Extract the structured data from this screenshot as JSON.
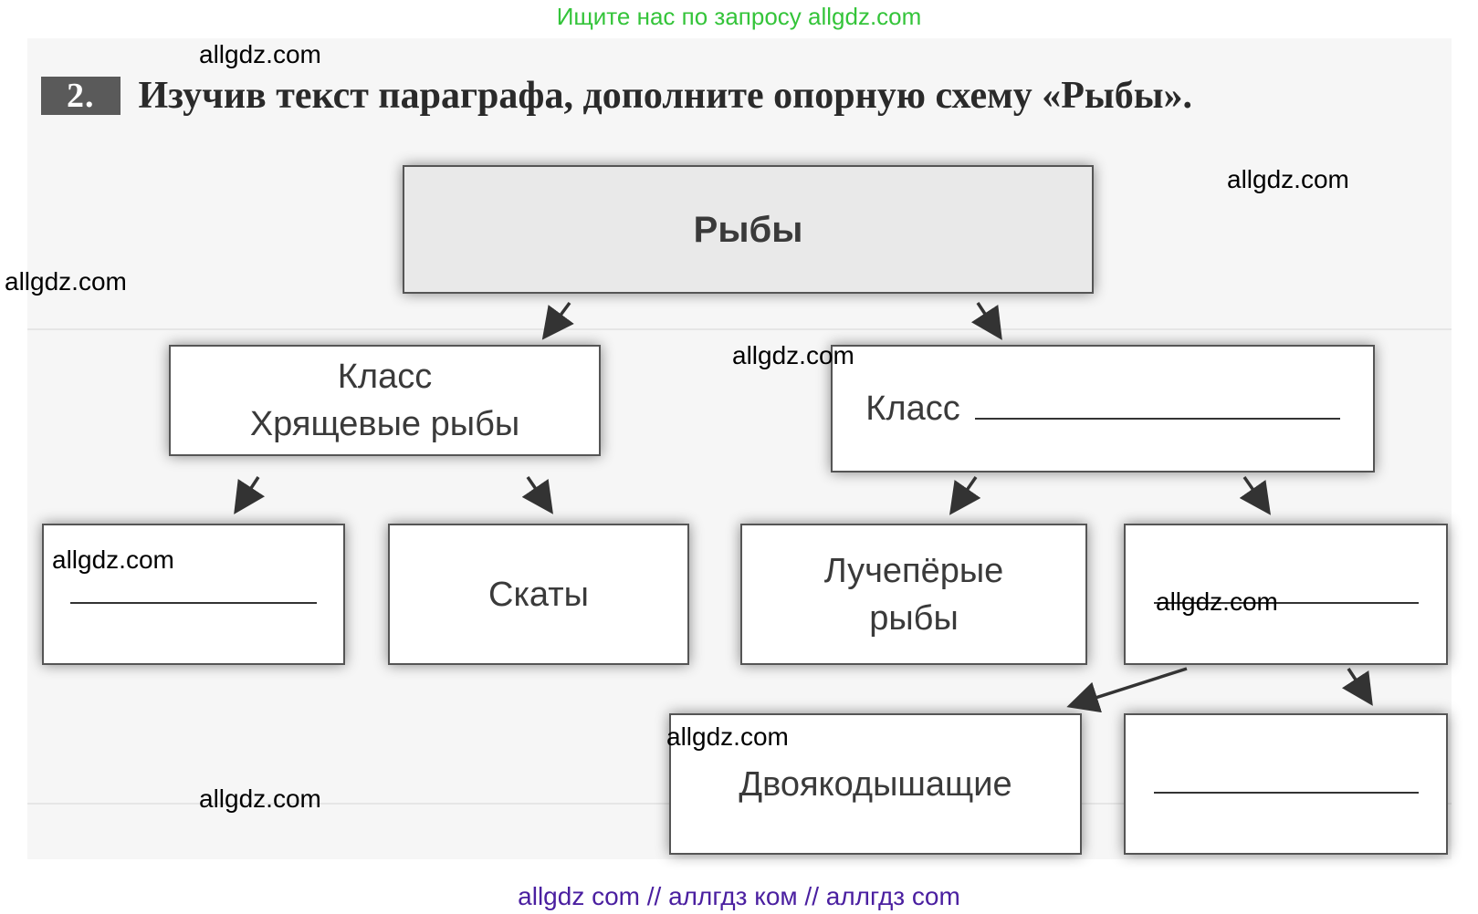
{
  "banner": "Ищите нас по запросу allgdz.com",
  "task": {
    "number": "2.",
    "text": "Изучив текст параграфа, дополните опорную схему «Рыбы»."
  },
  "diagram": {
    "root": "Рыбы",
    "class_left": {
      "line1": "Класс",
      "line2": "Хрящевые рыбы"
    },
    "class_right": {
      "label": "Класс"
    },
    "leaf_skaty": "Скаты",
    "leaf_lucheperye": {
      "line1": "Лучепёрые",
      "line2": "рыбы"
    },
    "leaf_dvoyakodyshashchie": "Двоякодышащие"
  },
  "watermarks": [
    "allgdz.com",
    "allgdz.com",
    "allgdz.com",
    "allgdz.com",
    "allgdz.com",
    "allgdz.com",
    "allgdz.com",
    "allgdz.com"
  ],
  "footer": "allgdz com  //  аллгдз ком  //  аллгдз com"
}
